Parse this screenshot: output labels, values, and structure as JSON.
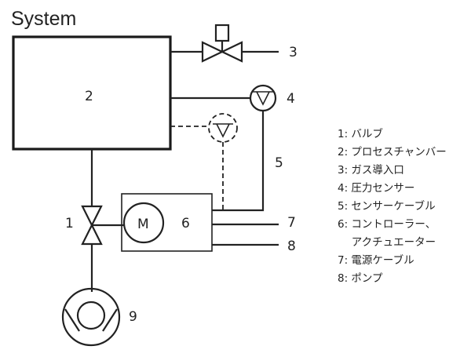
{
  "title": "System",
  "labels": {
    "n1": "1",
    "n2": "2",
    "n3": "3",
    "n4": "4",
    "n5": "5",
    "n6": "6",
    "n7": "7",
    "n8": "8",
    "n9": "9",
    "motor": "M"
  },
  "legend": {
    "items": [
      "1: バルブ",
      "2: プロセスチャンバー",
      "3: ガス導入口",
      "4: 圧力センサー",
      "5: センサーケーブル",
      "6: コントローラー、",
      "　 アクチュエーター",
      "7: 電源ケーブル",
      "8: ポンプ"
    ]
  }
}
